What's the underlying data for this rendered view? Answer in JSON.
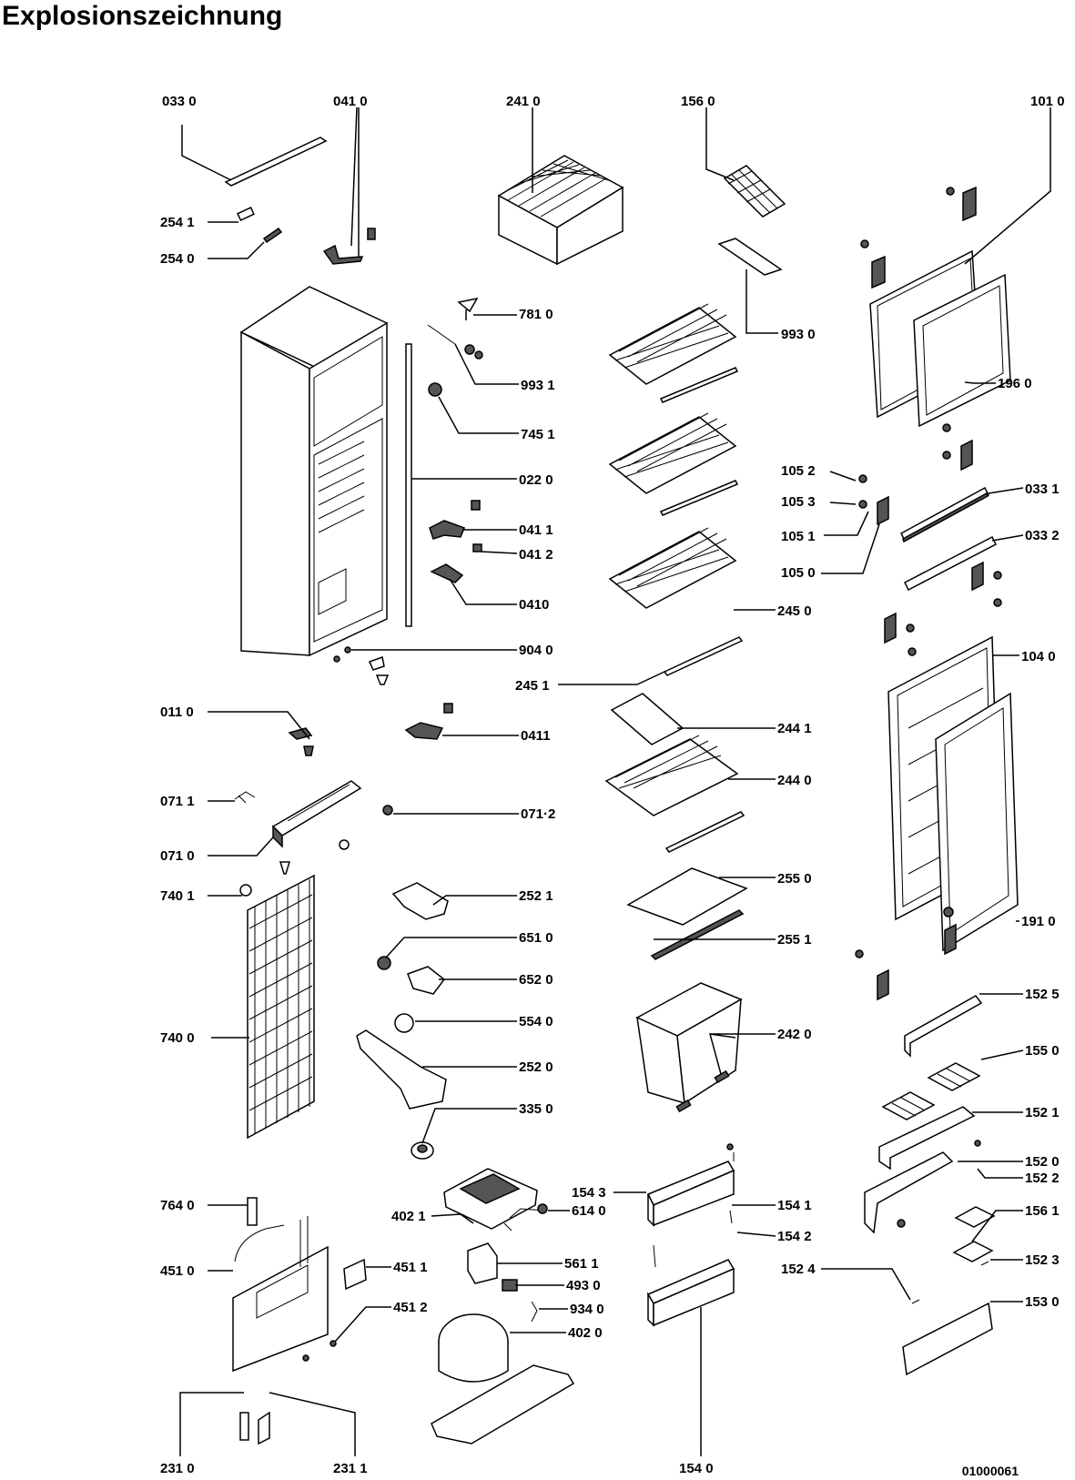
{
  "title": "Explosionszeichnung",
  "document_number": "01000061",
  "labels": [
    {
      "id": "l0330",
      "text": "033 0"
    },
    {
      "id": "l0410t",
      "text": "041 0"
    },
    {
      "id": "l2410",
      "text": "241 0"
    },
    {
      "id": "l1560",
      "text": "156 0"
    },
    {
      "id": "l1010",
      "text": "101 0"
    },
    {
      "id": "l2541",
      "text": "254 1"
    },
    {
      "id": "l2540",
      "text": "254 0"
    },
    {
      "id": "l7810",
      "text": "781 0"
    },
    {
      "id": "l9930",
      "text": "993 0"
    },
    {
      "id": "l9931",
      "text": "993 1"
    },
    {
      "id": "l1960",
      "text": "196 0"
    },
    {
      "id": "l7451",
      "text": "745 1"
    },
    {
      "id": "l1052",
      "text": "105 2"
    },
    {
      "id": "l0220",
      "text": "022 0"
    },
    {
      "id": "l1053",
      "text": "105 3"
    },
    {
      "id": "l0331",
      "text": "033 1"
    },
    {
      "id": "l0411a",
      "text": "041 1"
    },
    {
      "id": "l1051",
      "text": "105 1"
    },
    {
      "id": "l0332",
      "text": "033 2"
    },
    {
      "id": "l0412",
      "text": "041 2"
    },
    {
      "id": "l1050",
      "text": "105 0"
    },
    {
      "id": "l0410m",
      "text": "0410"
    },
    {
      "id": "l2450",
      "text": "245 0"
    },
    {
      "id": "l9040",
      "text": "904 0"
    },
    {
      "id": "l1040",
      "text": "104 0"
    },
    {
      "id": "l2451",
      "text": "245 1"
    },
    {
      "id": "l0110",
      "text": "011 0"
    },
    {
      "id": "l0411b",
      "text": "0411"
    },
    {
      "id": "l2441",
      "text": "244 1"
    },
    {
      "id": "l2440",
      "text": "244 0"
    },
    {
      "id": "l0711",
      "text": "071 1"
    },
    {
      "id": "l0712",
      "text": "071·2"
    },
    {
      "id": "l0710",
      "text": "071 0"
    },
    {
      "id": "l2550",
      "text": "255 0"
    },
    {
      "id": "l7401",
      "text": "740 1"
    },
    {
      "id": "l2521",
      "text": "252 1"
    },
    {
      "id": "l1910",
      "text": "191 0"
    },
    {
      "id": "l6510",
      "text": "651 0"
    },
    {
      "id": "l2551",
      "text": "255 1"
    },
    {
      "id": "l6520",
      "text": "652 0"
    },
    {
      "id": "l1525",
      "text": "152 5"
    },
    {
      "id": "l5540",
      "text": "554 0"
    },
    {
      "id": "l7400",
      "text": "740 0"
    },
    {
      "id": "l2420",
      "text": "242 0"
    },
    {
      "id": "l1550",
      "text": "155 0"
    },
    {
      "id": "l2520",
      "text": "252 0"
    },
    {
      "id": "l1521",
      "text": "152 1"
    },
    {
      "id": "l3350",
      "text": "335 0"
    },
    {
      "id": "l1520",
      "text": "152 0"
    },
    {
      "id": "l1522",
      "text": "152 2"
    },
    {
      "id": "l1543",
      "text": "154 3"
    },
    {
      "id": "l7640",
      "text": "764 0"
    },
    {
      "id": "l4021",
      "text": "402 1"
    },
    {
      "id": "l1541",
      "text": "154 1"
    },
    {
      "id": "l6140",
      "text": "614 0"
    },
    {
      "id": "l1561",
      "text": "156 1"
    },
    {
      "id": "l1542",
      "text": "154 2"
    },
    {
      "id": "l4510",
      "text": "451 0"
    },
    {
      "id": "l4511",
      "text": "451 1"
    },
    {
      "id": "l5611",
      "text": "561 1"
    },
    {
      "id": "l1524",
      "text": "152 4"
    },
    {
      "id": "l1523",
      "text": "152 3"
    },
    {
      "id": "l4930",
      "text": "493 0"
    },
    {
      "id": "l4512",
      "text": "451 2"
    },
    {
      "id": "l9340",
      "text": "934 0"
    },
    {
      "id": "l1530",
      "text": "153 0"
    },
    {
      "id": "l4020",
      "text": "402 0"
    },
    {
      "id": "l2310",
      "text": "231 0"
    },
    {
      "id": "l2311",
      "text": "231 1"
    },
    {
      "id": "l1540",
      "text": "154 0"
    }
  ]
}
